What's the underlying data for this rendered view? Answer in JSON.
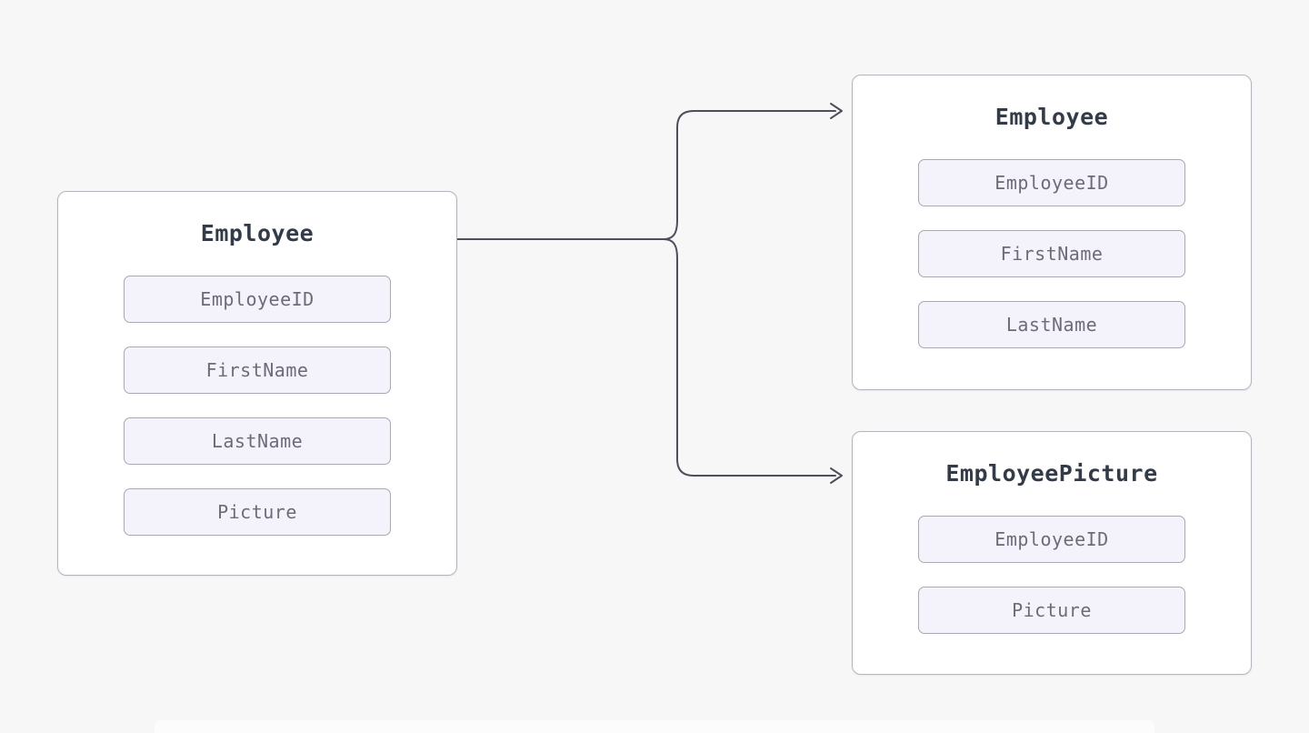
{
  "diagram": {
    "colors": {
      "page_bg": "#f7f7f8",
      "card_bg": "#ffffff",
      "card_border": "#b4b4bc",
      "field_bg": "#f4f2fb",
      "field_border": "#a9a8b3",
      "field_text": "#6c6c78",
      "title_text": "#333b49",
      "connector": "#4e4e5d",
      "footer_strip": "#fcfcfc"
    },
    "tables": [
      {
        "id": "source-employee",
        "title": "Employee",
        "fields": [
          "EmployeeID",
          "FirstName",
          "LastName",
          "Picture"
        ]
      },
      {
        "id": "target-employee",
        "title": "Employee",
        "fields": [
          "EmployeeID",
          "FirstName",
          "LastName"
        ]
      },
      {
        "id": "target-employee-picture",
        "title": "EmployeePicture",
        "fields": [
          "EmployeeID",
          "Picture"
        ]
      }
    ],
    "connections": [
      {
        "from": "source-employee",
        "to": "target-employee"
      },
      {
        "from": "source-employee",
        "to": "target-employee-picture"
      }
    ]
  }
}
